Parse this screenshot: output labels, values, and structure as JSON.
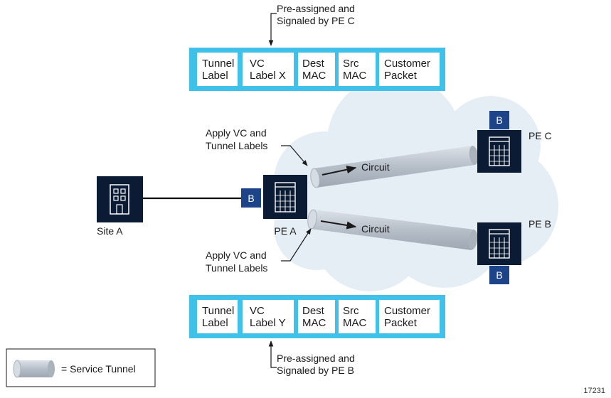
{
  "top_note": {
    "line1": "Pre-assigned and",
    "line2": "Signaled by PE C"
  },
  "bottom_note": {
    "line1": "Pre-assigned and",
    "line2": "Signaled by PE B"
  },
  "top_packet": [
    {
      "line1": "Tunnel",
      "line2": "Label"
    },
    {
      "line1": "VC",
      "line2": "Label X"
    },
    {
      "line1": "Dest",
      "line2": "MAC"
    },
    {
      "line1": "Src",
      "line2": "MAC"
    },
    {
      "line1": "Customer",
      "line2": "Packet"
    }
  ],
  "bottom_packet": [
    {
      "line1": "Tunnel",
      "line2": "Label"
    },
    {
      "line1": "VC",
      "line2": "Label Y"
    },
    {
      "line1": "Dest",
      "line2": "MAC"
    },
    {
      "line1": "Src",
      "line2": "MAC"
    },
    {
      "line1": "Customer",
      "line2": "Packet"
    }
  ],
  "apply_top": {
    "line1": "Apply VC and",
    "line2": "Tunnel Labels"
  },
  "apply_bottom": {
    "line1": "Apply VC and",
    "line2": "Tunnel Labels"
  },
  "circuit_top": "Circuit",
  "circuit_bottom": "Circuit",
  "site_a": "Site A",
  "pe_a": "PE A",
  "pe_b": "PE B",
  "pe_c": "PE C",
  "badge": "B",
  "legend": "= Service Tunnel",
  "figure_id": "17231",
  "colors": {
    "packet_border": "#3fc1ea",
    "device": "#0b1b33",
    "badge": "#1d4489",
    "cloud": "#e6eef5",
    "tunnel": "#bfc7d0"
  }
}
